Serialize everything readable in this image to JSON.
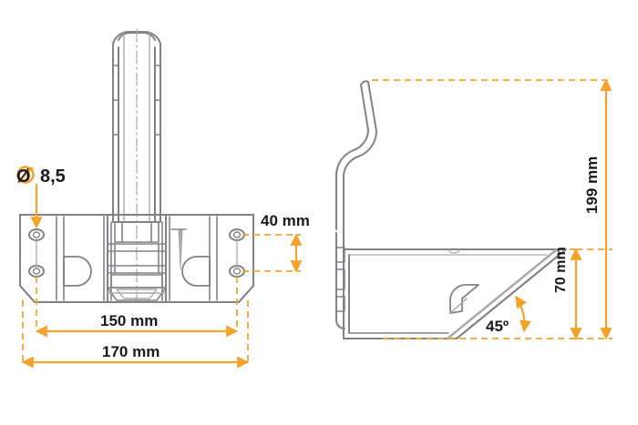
{
  "drawing": {
    "title": "bracket-technical-drawing",
    "colors": {
      "outline": "#808285",
      "outline_light": "#a7a9ac",
      "dimension": "#F5A22B",
      "dimension_dash": "#F5A22B",
      "text": "#1a1a1a",
      "background": "#ffffff"
    },
    "views": [
      {
        "name": "front-view",
        "label": "front"
      },
      {
        "name": "side-view",
        "label": "side"
      }
    ]
  },
  "annotations": {
    "diameter": {
      "symbol": "Ø",
      "value": "8,5",
      "name": "hole-diameter-callout"
    },
    "hole_spacing": {
      "value": "40 mm",
      "name": "hole-spacing-dimension"
    },
    "inner_width": {
      "value": "150 mm",
      "name": "inner-width-dimension"
    },
    "outer_width": {
      "value": "170 mm",
      "name": "outer-width-dimension"
    },
    "total_height": {
      "value": "199 mm",
      "name": "total-height-dimension"
    },
    "lower_height": {
      "value": "70 mm",
      "name": "lower-height-dimension"
    },
    "angle": {
      "value": "45º",
      "name": "bevel-angle-dimension"
    }
  }
}
